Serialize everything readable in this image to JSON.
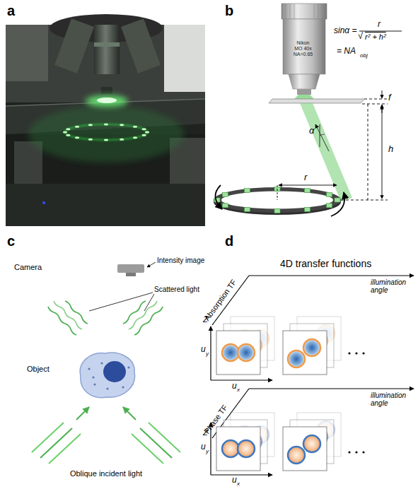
{
  "diagram": {
    "nodes": [
      {
        "text": [
          "Nikon MO 40x NA=0.65"
        ]
      },
      {
        "text": [
          "Camera"
        ]
      },
      {
        "text": [
          "Object"
        ]
      }
    ],
    "labels": [
      "a",
      "b",
      "c",
      "d",
      "sinα =",
      "r",
      "√",
      "r² + h²",
      "= NA",
      "obj",
      "f",
      "h",
      "α",
      "r",
      "Intensity image",
      "Scattered light",
      "Oblique incident light",
      "4D transfer functions",
      "Absorption TF",
      "Phase TF",
      "illumination angle",
      "illumination angle",
      "Z",
      "Z",
      "u",
      "y",
      "u",
      "x",
      "u",
      "y",
      "u",
      "x"
    ]
  }
}
